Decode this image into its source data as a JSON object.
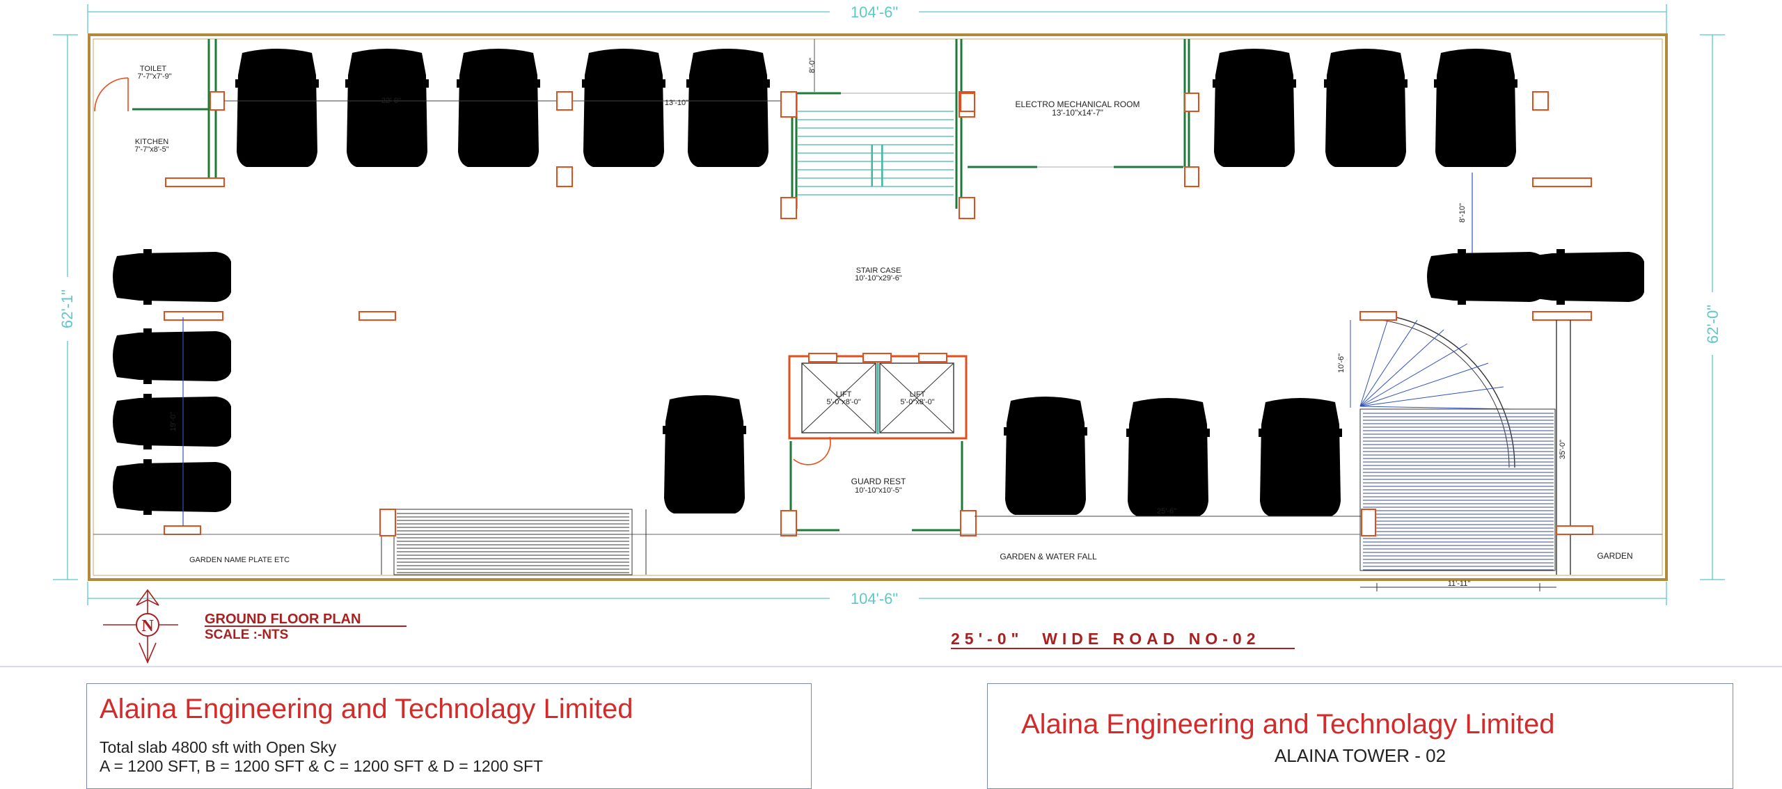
{
  "dimensions": {
    "top_width": "104'-6\"",
    "bottom_width": "104'-6\"",
    "left_height": "62'-1\"",
    "right_height": "62'-0\"",
    "parking_top_left": "22'-0\"",
    "parking_top_mid": "13'-10\"",
    "stair_gap": "8'-0\"",
    "right_drive": "8'-10\"",
    "left_column": "19'-0\"",
    "ramp_height": "10'-6\"",
    "ramp_length": "35'-0\"",
    "bottom_mid": "25'-6\"",
    "ramp_width": "11'-11\""
  },
  "rooms": {
    "toilet": "TOILET",
    "toilet_size": "7'-7\"x7'-9\"",
    "kitchen": "KITCHEN",
    "kitchen_size": "7'-7\"x8'-5\"",
    "electro": "ELECTRO MECHANICAL ROOM",
    "electro_size": "13'-10\"x14'-7\"",
    "stair": "STAIR CASE",
    "stair_size": "10'-10\"x29'-6\"",
    "lift1": "LIFT",
    "lift1_size": "5'-0\"x8'-0\"",
    "lift2": "LIFT",
    "lift2_size": "5'-0\"x8'-0\"",
    "guard": "GUARD REST",
    "guard_size": "10'-10\"x10'-5\"",
    "garden_name": "GARDEN NAME PLATE ETC",
    "garden_water": "GARDEN & WATER FALL",
    "garden": "GARDEN"
  },
  "north": "N",
  "plan_title": "GROUND FLOOR PLAN",
  "scale": "SCALE :-NTS",
  "road": "25'-0\"  WIDE ROAD NO-02",
  "left_box": {
    "company": "Alaina Engineering and Technolagy Limited",
    "line1": "Total slab 4800 sft with Open Sky",
    "line2": "A = 1200 SFT, B = 1200 SFT & C = 1200 SFT & D = 1200 SFT"
  },
  "right_box": {
    "company": "Alaina Engineering and Technolagy Limited",
    "project": "ALAINA TOWER - 02"
  },
  "colors": {
    "boundary": "#b0893a",
    "dimension": "#5ec8c8",
    "column": "#e0501e",
    "wall": "#1f7a3a",
    "title": "#a82020",
    "company": "#d42a2a"
  }
}
